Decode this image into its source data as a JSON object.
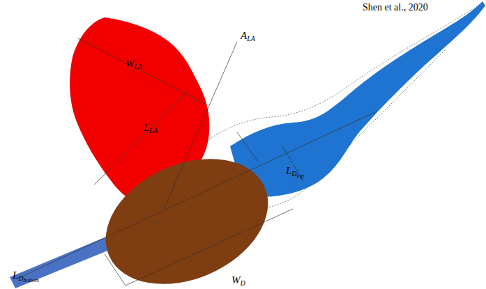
{
  "diagram": {
    "labels": [
      "Shen et al., 2020",
      "WLA",
      "LLA",
      "ALA",
      "LDtop",
      "LDbottom",
      "WD"
    ]
  }
}
